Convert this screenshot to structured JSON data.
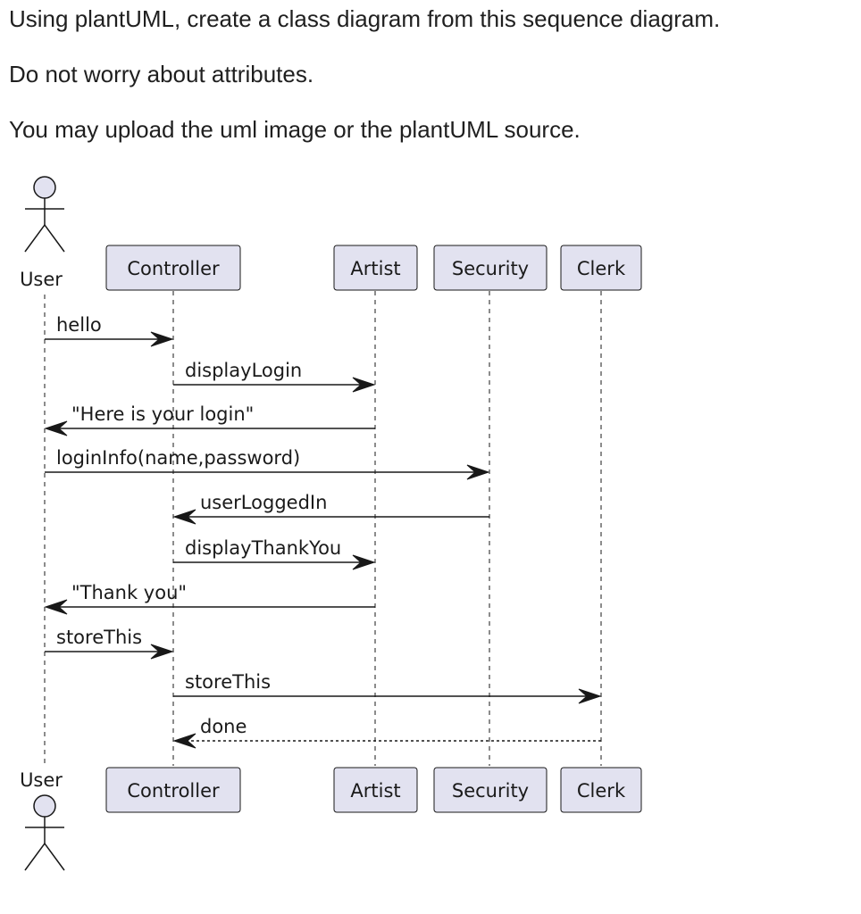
{
  "prompt": {
    "line1": "Using plantUML, create a class diagram from this sequence diagram.",
    "line2": "Do not worry about attributes.",
    "line3": "You may upload the uml image or the plantUML source."
  },
  "diagram": {
    "type": "sequence",
    "colors": {
      "participant_fill": "#e2e2f0",
      "participant_border": "#181818",
      "lifeline": "#181818",
      "arrow": "#181818"
    },
    "participants": [
      {
        "name": "User",
        "kind": "actor"
      },
      {
        "name": "Controller",
        "kind": "participant"
      },
      {
        "name": "Artist",
        "kind": "participant"
      },
      {
        "name": "Security",
        "kind": "participant"
      },
      {
        "name": "Clerk",
        "kind": "participant"
      }
    ],
    "messages": [
      {
        "from": "User",
        "to": "Controller",
        "label": "hello",
        "style": "solid"
      },
      {
        "from": "Controller",
        "to": "Artist",
        "label": "displayLogin",
        "style": "solid"
      },
      {
        "from": "Artist",
        "to": "User",
        "label": "\"Here is your login\"",
        "style": "solid"
      },
      {
        "from": "User",
        "to": "Security",
        "label": "loginInfo(name,password)",
        "style": "solid"
      },
      {
        "from": "Security",
        "to": "Controller",
        "label": "userLoggedIn",
        "style": "solid"
      },
      {
        "from": "Controller",
        "to": "Artist",
        "label": "displayThankYou",
        "style": "solid"
      },
      {
        "from": "Artist",
        "to": "User",
        "label": "\"Thank you\"",
        "style": "solid"
      },
      {
        "from": "User",
        "to": "Controller",
        "label": "storeThis",
        "style": "solid"
      },
      {
        "from": "Controller",
        "to": "Clerk",
        "label": "storeThis",
        "style": "solid"
      },
      {
        "from": "Clerk",
        "to": "Controller",
        "label": "done",
        "style": "dashed"
      }
    ]
  }
}
